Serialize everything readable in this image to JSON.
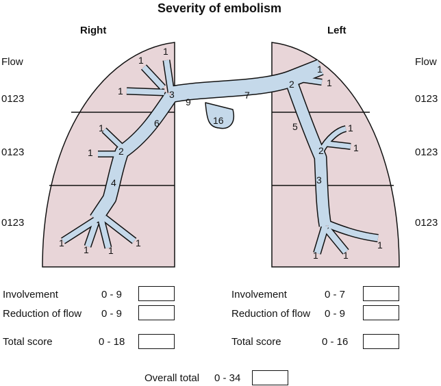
{
  "title": "Severity of embolism",
  "right": {
    "heading": "Right",
    "flow_label": "Flow",
    "flow_scales": [
      "0123",
      "0123",
      "0123"
    ]
  },
  "left": {
    "heading": "Left",
    "flow_label": "Flow",
    "flow_scales": [
      "0123",
      "0123",
      "0123"
    ]
  },
  "colors": {
    "lung": "#e8d5d8",
    "vessel": "#c5d9ea",
    "outline": "#111111"
  },
  "vessel_labels": {
    "r_top1": "1",
    "r_top2": "1",
    "r_top3": "1",
    "r_up": "3",
    "r_mid": "6",
    "r_lobe": "2",
    "r_m1": "1",
    "r_m2": "1",
    "r_low": "4",
    "r_b1": "1",
    "r_b2": "1",
    "r_b3": "1",
    "r_b4": "1",
    "trunk_r": "9",
    "trunk": "7",
    "trunk_c": "16",
    "l_up": "2",
    "l_u1": "1",
    "l_u2": "1",
    "l_mid": "5",
    "l_lobe": "2",
    "l_m1": "1",
    "l_m2": "1",
    "l_low": "3",
    "l_b1": "1",
    "l_b2": "1",
    "l_b3": "1"
  },
  "scores": {
    "right": [
      {
        "label": "Involvement",
        "range": "0 - 9",
        "value": ""
      },
      {
        "label": "Reduction of flow",
        "range": "0 - 9",
        "value": ""
      },
      {
        "label": "Total score",
        "range": "0 - 18",
        "value": ""
      }
    ],
    "left": [
      {
        "label": "Involvement",
        "range": "0 - 7",
        "value": ""
      },
      {
        "label": "Reduction of flow",
        "range": "0 - 9",
        "value": ""
      },
      {
        "label": "Total score",
        "range": "0 - 16",
        "value": ""
      }
    ],
    "overall": {
      "label": "Overall total",
      "range": "0 - 34",
      "value": ""
    }
  }
}
